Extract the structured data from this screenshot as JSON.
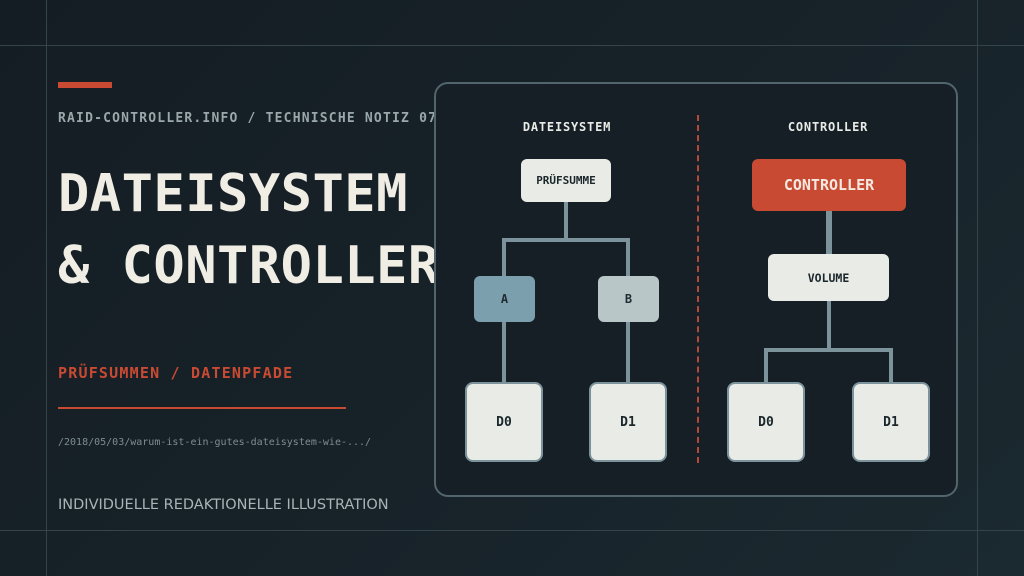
{
  "header": {
    "eyebrow": "RAID-CONTROLLER.INFO / TECHNISCHE NOTIZ 07",
    "title_line1": "DATEISYSTEM",
    "title_line2": "& CONTROLLER",
    "subtitle": "PRÜFSUMMEN / DATENPFADE",
    "path": "/2018/05/03/warum-ist-ein-gutes-dateisystem-wie-.../",
    "credit": "INDIVIDUELLE REDAKTIONELLE ILLUSTRATION"
  },
  "diagram": {
    "left": {
      "label": "DATEISYSTEM",
      "root": "PRÜFSUMME",
      "branch_a": "A",
      "branch_b": "B",
      "disk_0": "D0",
      "disk_1": "D1"
    },
    "right": {
      "label": "CONTROLLER",
      "root": "CONTROLLER",
      "volume": "VOLUME",
      "disk_0": "D0",
      "disk_1": "D1"
    }
  },
  "colors": {
    "accent": "#c84a33",
    "background": "#172229",
    "text": "#efede4",
    "connector": "#7d939c",
    "node_light": "#e8ebe6",
    "node_blue": "#7c9fae",
    "node_grey": "#b8c6c8"
  }
}
